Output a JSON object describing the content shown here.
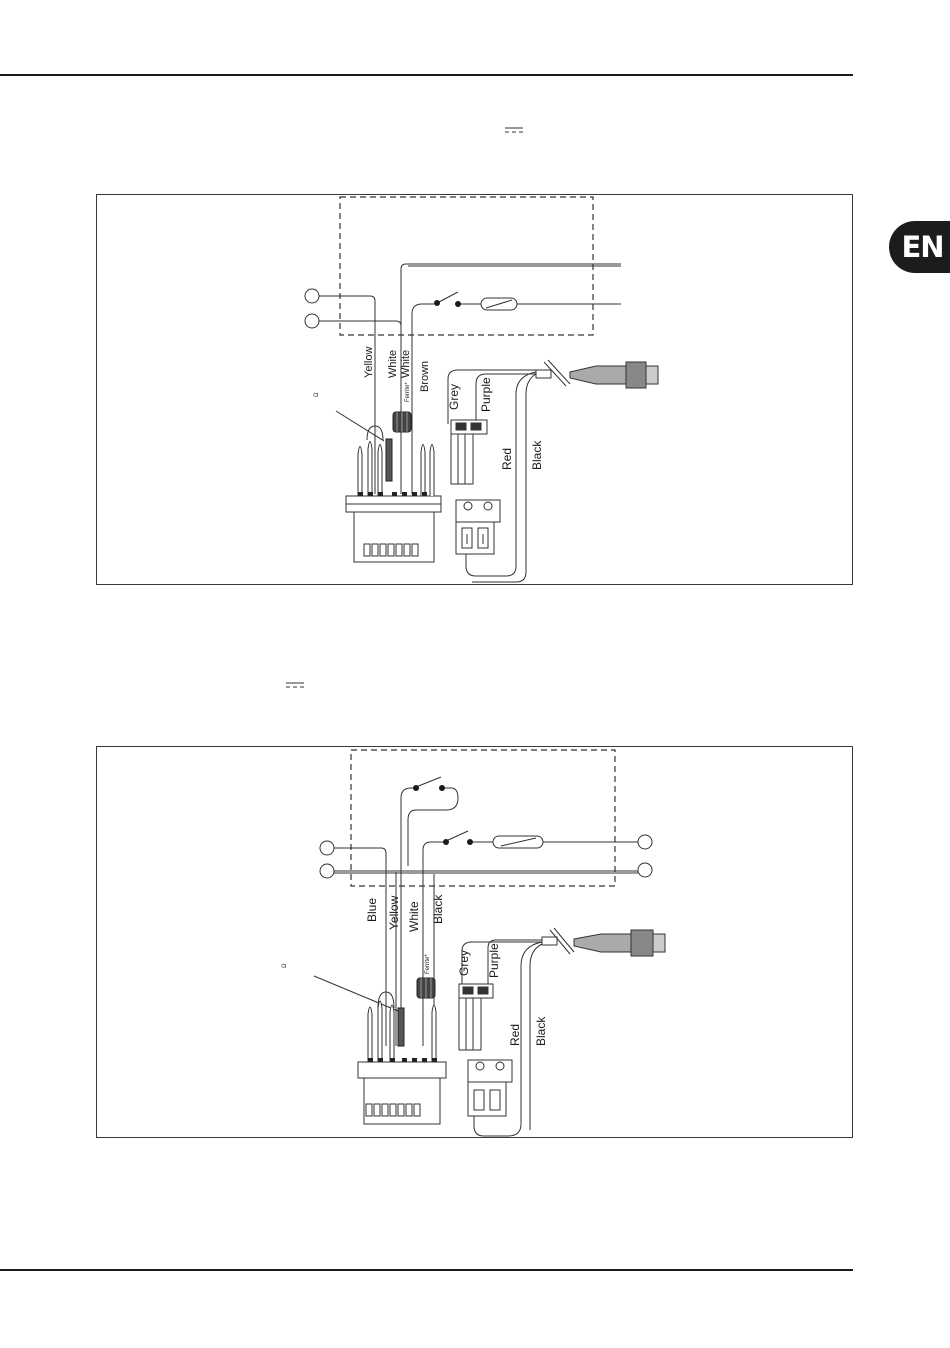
{
  "language_tab": "EN",
  "diagram1": {
    "wire_labels": {
      "yellow": "Yellow",
      "white_1": "White",
      "white_2": "White",
      "brown": "Brown",
      "grey": "Grey",
      "purple": "Purple",
      "red": "Red",
      "black": "Black"
    },
    "ferrite_label": "Ferrite*",
    "ohm_symbol": "Ω"
  },
  "diagram2": {
    "wire_labels": {
      "blue": "Blue",
      "yellow": "Yellow",
      "white": "White",
      "black": "Black",
      "grey": "Grey",
      "purple": "Purple",
      "red": "Red",
      "black_2": "Black"
    },
    "ferrite_label": "Ferrite*",
    "ohm_symbol": "Ω"
  }
}
